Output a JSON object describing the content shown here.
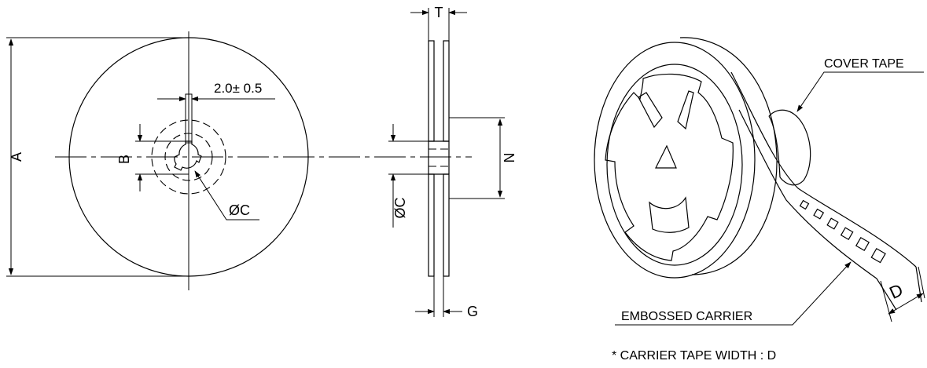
{
  "front_view": {
    "dim_A": "A",
    "dim_B": "B",
    "dim_C": "ØC",
    "slot_width": "2.0± 0.5"
  },
  "side_view": {
    "dim_T": "T",
    "dim_N": "N",
    "dim_C": "ØC",
    "dim_G": "G"
  },
  "perspective_view": {
    "cover_tape": "COVER TAPE",
    "embossed_carrier": "EMBOSSED CARRIER",
    "dim_D": "D",
    "note": "* CARRIER TAPE WIDTH : D"
  }
}
